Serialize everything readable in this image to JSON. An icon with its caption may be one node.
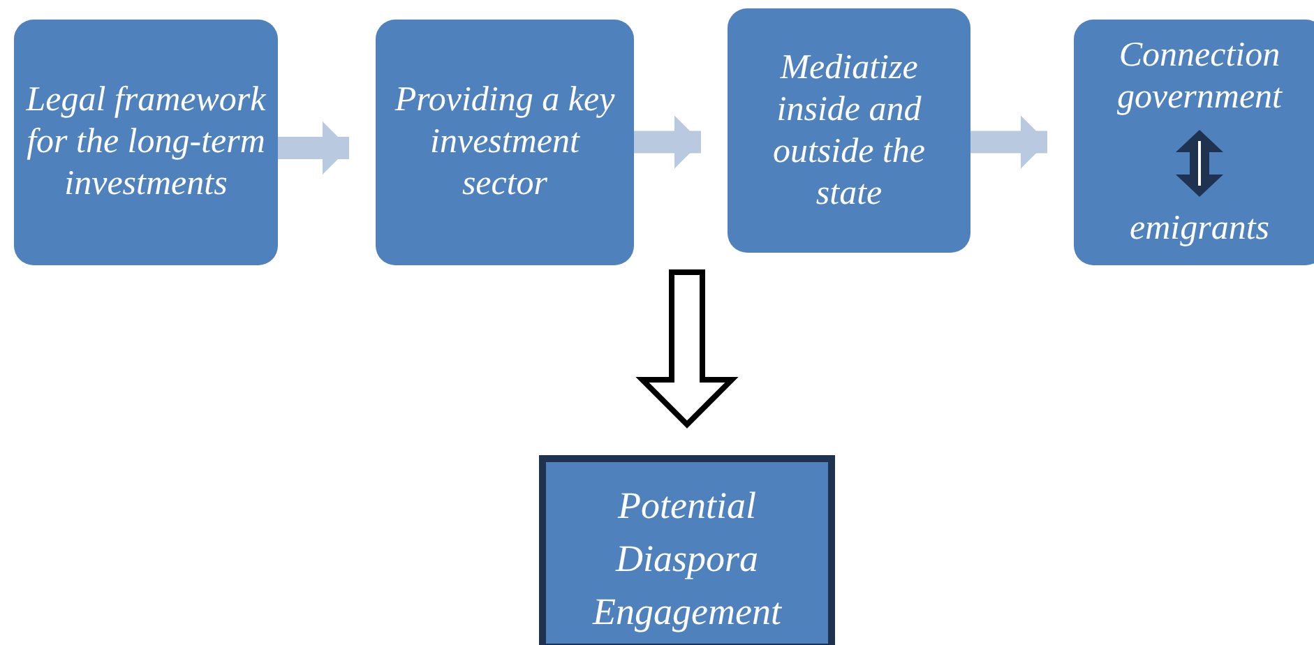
{
  "diagram": {
    "nodes": [
      {
        "text": [
          "Legal framework for the long-term investments"
        ]
      },
      {
        "text": [
          "Providing a key investment sector"
        ]
      },
      {
        "text": [
          "Mediatize inside and outside the state"
        ]
      },
      {
        "text": [
          "Connection government",
          "emigrants"
        ]
      },
      {
        "text": [
          "Potential Diaspora Engagement"
        ]
      }
    ],
    "edges": [
      {
        "from": 0,
        "to": 1,
        "arrow": "to"
      },
      {
        "from": 1,
        "to": 2,
        "arrow": "to"
      },
      {
        "from": 2,
        "to": 3,
        "arrow": "to"
      },
      {
        "from": null,
        "to": 4,
        "arrow": "to",
        "color": "#000000"
      }
    ]
  }
}
